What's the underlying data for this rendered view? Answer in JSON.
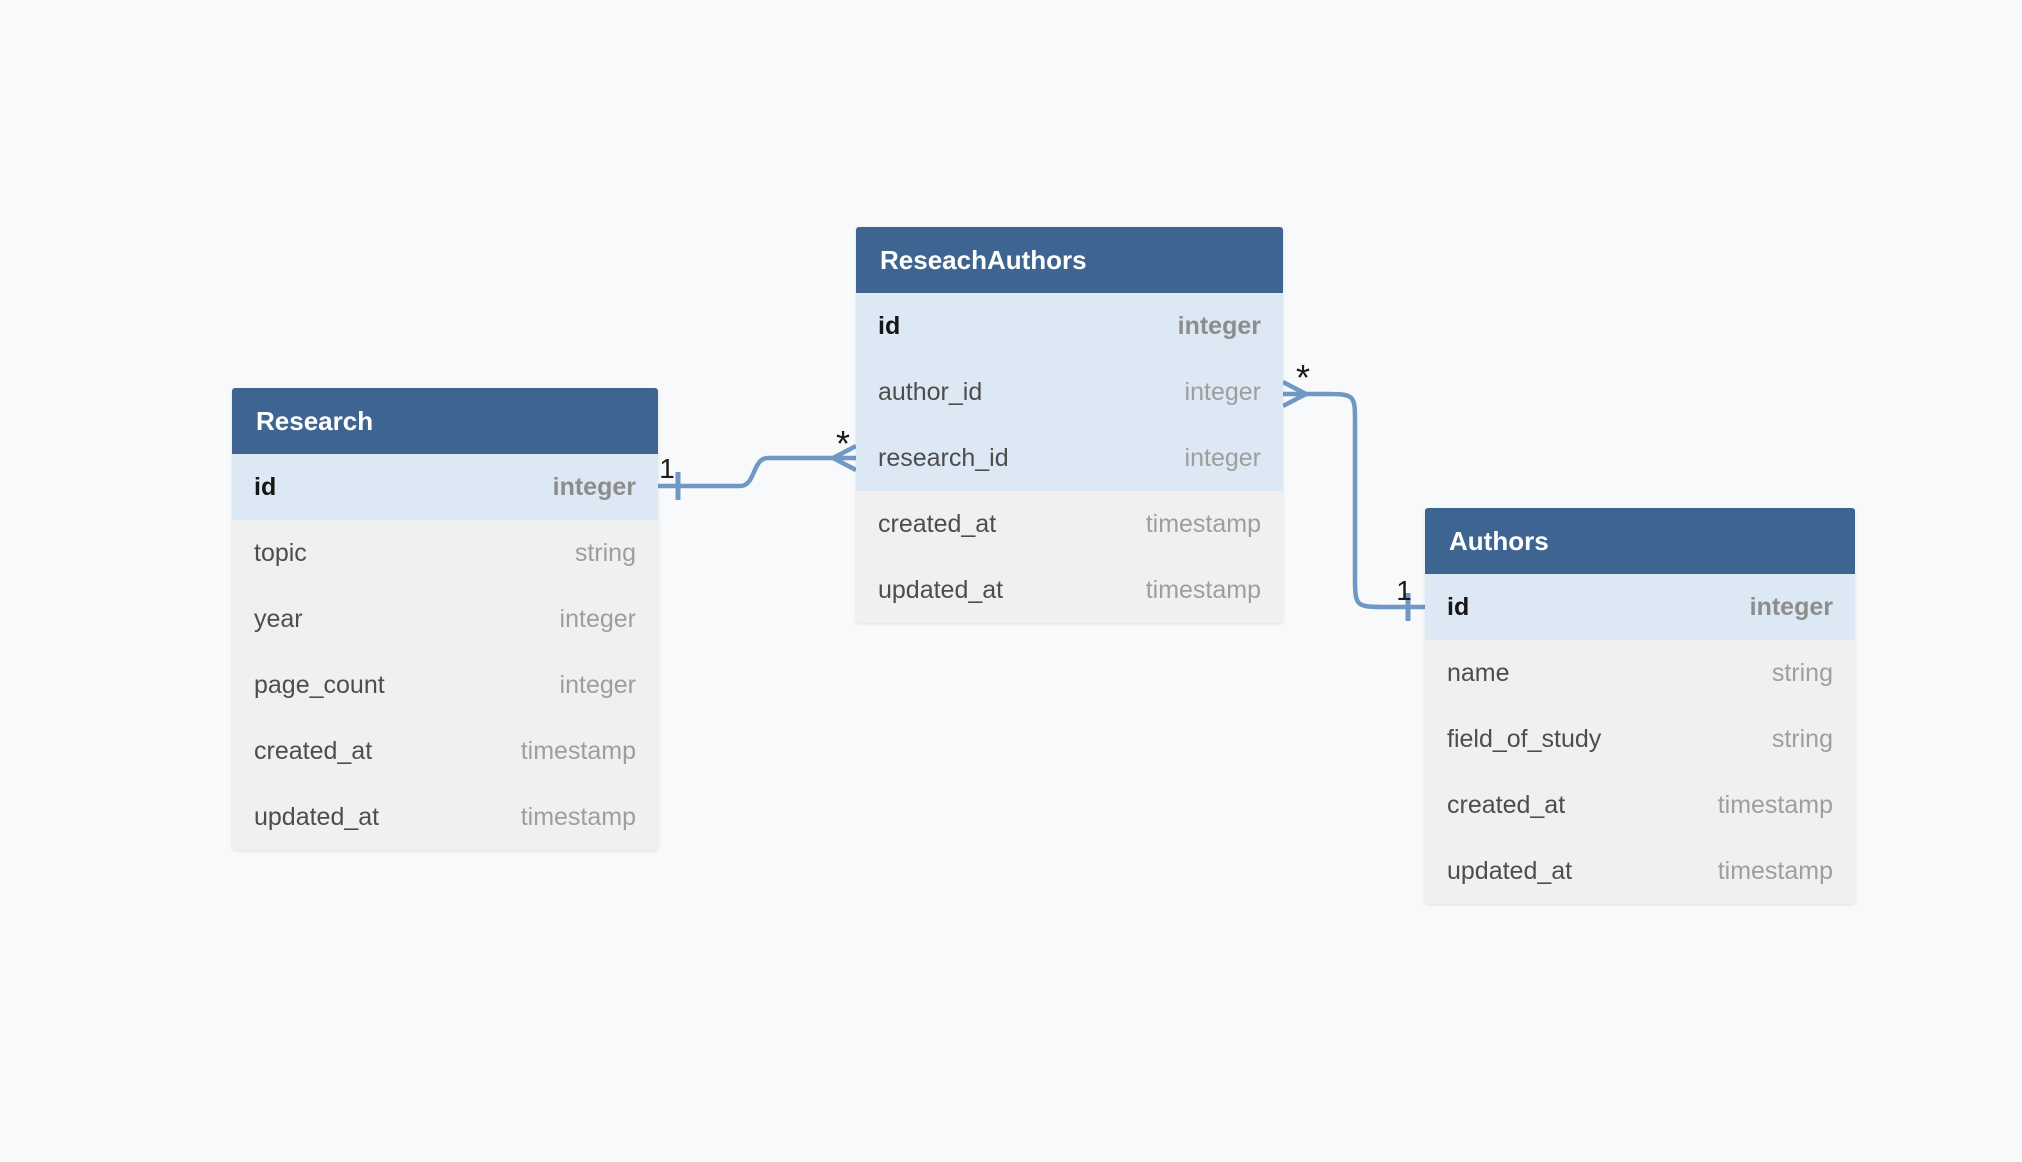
{
  "colors": {
    "background": "#f8f9fa",
    "table_header_bg": "#3e6491",
    "key_row_bg": "#dce8f3",
    "row_bg": "#f0f0f1",
    "connector_line": "#6f98c5"
  },
  "tables": [
    {
      "name": "Research",
      "columns": [
        {
          "name": "id",
          "type": "integer",
          "primary": true
        },
        {
          "name": "topic",
          "type": "string"
        },
        {
          "name": "year",
          "type": "integer"
        },
        {
          "name": "page_count",
          "type": "integer"
        },
        {
          "name": "created_at",
          "type": "timestamp"
        },
        {
          "name": "updated_at",
          "type": "timestamp"
        }
      ]
    },
    {
      "name": "ReseachAuthors",
      "columns": [
        {
          "name": "id",
          "type": "integer",
          "primary": true
        },
        {
          "name": "author_id",
          "type": "integer",
          "foreign": true
        },
        {
          "name": "research_id",
          "type": "integer",
          "foreign": true
        },
        {
          "name": "created_at",
          "type": "timestamp"
        },
        {
          "name": "updated_at",
          "type": "timestamp"
        }
      ]
    },
    {
      "name": "Authors",
      "columns": [
        {
          "name": "id",
          "type": "integer",
          "primary": true
        },
        {
          "name": "name",
          "type": "string"
        },
        {
          "name": "field_of_study",
          "type": "string"
        },
        {
          "name": "created_at",
          "type": "timestamp"
        },
        {
          "name": "updated_at",
          "type": "timestamp"
        }
      ]
    }
  ],
  "relationships": [
    {
      "from_table": "Research",
      "from_column": "id",
      "one_label": "1",
      "to_table": "ReseachAuthors",
      "to_column": "research_id",
      "many_label": "*"
    },
    {
      "from_table": "Authors",
      "from_column": "id",
      "one_label": "1",
      "to_table": "ReseachAuthors",
      "to_column": "author_id",
      "many_label": "*"
    }
  ]
}
